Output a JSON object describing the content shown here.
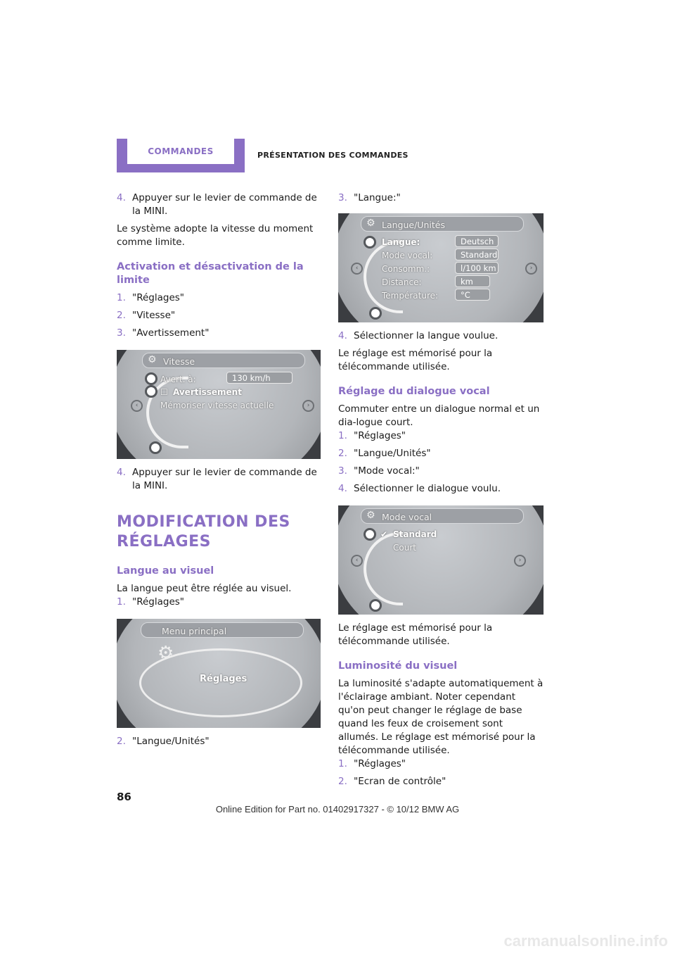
{
  "header": {
    "section_tab": "COMMANDES",
    "running_title": "PRÉSENTATION DES COMMANDES"
  },
  "left": {
    "step4_top": {
      "num": "4.",
      "text": "Appuyer sur le levier de commande de la MINI."
    },
    "para_limit": "Le système adopte la vitesse du moment comme limite.",
    "h_activation": "Activation et désactivation de la limite",
    "steps_activation": [
      {
        "num": "1.",
        "text": "\"Réglages\""
      },
      {
        "num": "2.",
        "text": "\"Vitesse\""
      },
      {
        "num": "3.",
        "text": "\"Avertissement\""
      }
    ],
    "screen_vitesse": {
      "title": "Vitesse",
      "row1_label": "Avert. à:",
      "row1_value": "130 km/h",
      "row2_label": "Avertissement",
      "row3_label": "Mémoriser vitesse actuelle"
    },
    "step4_bottom": {
      "num": "4.",
      "text": "Appuyer sur le levier de commande de la MINI."
    },
    "h_modification": "MODIFICATION DES RÉGLAGES",
    "h_langue": "Langue au visuel",
    "para_langue": "La langue peut être réglée au visuel.",
    "step1": {
      "num": "1.",
      "text": "\"Réglages\""
    },
    "screen_menu": {
      "title": "Menu principal",
      "center": "Réglages"
    },
    "step2": {
      "num": "2.",
      "text": "\"Langue/Unités\""
    }
  },
  "right": {
    "step3": {
      "num": "3.",
      "text": "\"Langue:\""
    },
    "screen_langue": {
      "title": "Langue/Unités",
      "rows": [
        {
          "label": "Langue:",
          "value": "Deutsch"
        },
        {
          "label": "Mode vocal:",
          "value": "Standard"
        },
        {
          "label": "Consomm.:",
          "value": "l/100 km"
        },
        {
          "label": "Distance:",
          "value": "km"
        },
        {
          "label": "Température:",
          "value": "°C"
        }
      ]
    },
    "step4": {
      "num": "4.",
      "text": "Sélectionner la langue voulue."
    },
    "para_memo1": "Le réglage est mémorisé pour la télécommande utilisée.",
    "h_dialogue": "Réglage du dialogue vocal",
    "para_dialogue": "Commuter entre un dialogue normal et un dia-logue court.",
    "steps_dialogue": [
      {
        "num": "1.",
        "text": "\"Réglages\""
      },
      {
        "num": "2.",
        "text": "\"Langue/Unités\""
      },
      {
        "num": "3.",
        "text": "\"Mode vocal:\""
      },
      {
        "num": "4.",
        "text": "Sélectionner le dialogue voulu."
      }
    ],
    "screen_mode": {
      "title": "Mode vocal",
      "option1": "Standard",
      "option2": "Court"
    },
    "para_memo2": "Le réglage est mémorisé pour la télécommande utilisée.",
    "h_luminosite": "Luminosité du visuel",
    "para_luminosite": "La luminosité s'adapte automatiquement à l'éclairage ambiant. Noter cependant qu'on peut changer le réglage de base quand les feux de croisement sont allumés. Le réglage est mémorisé pour la télécommande utilisée.",
    "steps_luminosite": [
      {
        "num": "1.",
        "text": "\"Réglages\""
      },
      {
        "num": "2.",
        "text": "\"Ecran de contrôle\""
      }
    ]
  },
  "footer": {
    "page_number": "86",
    "edition": "Online Edition for Part no. 01402917327 - © 10/12 BMW AG",
    "watermark": "carmanualsonline.info"
  },
  "colors": {
    "accent": "#8a6fc4",
    "screen_bg": "#3b3d41"
  }
}
